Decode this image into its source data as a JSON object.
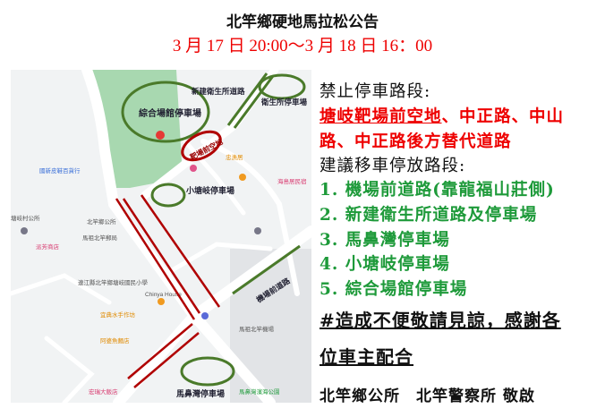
{
  "header": {
    "title": "北竿鄉硬地馬拉松公告",
    "date_range": "3 月 17 日 20:00～3 月 18 日 16：00"
  },
  "map": {
    "annotations": {
      "sports_hall_parking": "綜合場館停車場",
      "health_road": "新建衛生所道路",
      "health_parking": "衛生所停車場",
      "range_open_space": "靶場前空地",
      "xiaotangqi_parking": "小塘岐停車場",
      "airport_road": "機場前道路",
      "mabiwan_parking": "馬鼻灣停車場"
    },
    "pois": [
      "北竿鄉公所",
      "塘岐村公所",
      "國新皮鞋百貨行",
      "派芳商店",
      "馬祖北竿郵局",
      "連江縣北竿鄉塘岐國民小學",
      "Chinya House",
      "宜典水手作坊",
      "阿婆魚麵店",
      "宏瑞大飯店",
      "馬祖北竿機場",
      "馬鼻灣濱海公園",
      "忠漁居",
      "海島居民宿"
    ],
    "colors": {
      "parking": "#4a7a2a",
      "banned": "#b00000",
      "park": "#a8d8b0"
    }
  },
  "notice": {
    "no_parking_label": "禁止停車路段:",
    "no_parking_line1_a": "塘岐靶場前空地",
    "no_parking_line1_b": "、中正路、中山",
    "no_parking_line2": "路、中正路後方替代道路",
    "suggest_label": "建議移車停放路段:",
    "suggestions": [
      "1.  機場前道路(靠龍福山莊側)",
      "2. 新建衛生所道路及停車場",
      "3. 馬鼻灣停車場",
      "4. 小塘岐停車場",
      "5. 綜合場館停車場"
    ],
    "apology_line1": "#造成不便敬請見諒，感謝各",
    "apology_line2": "位車主配合",
    "signature": "北竿鄉公所　北竿警察所 敬啟"
  }
}
